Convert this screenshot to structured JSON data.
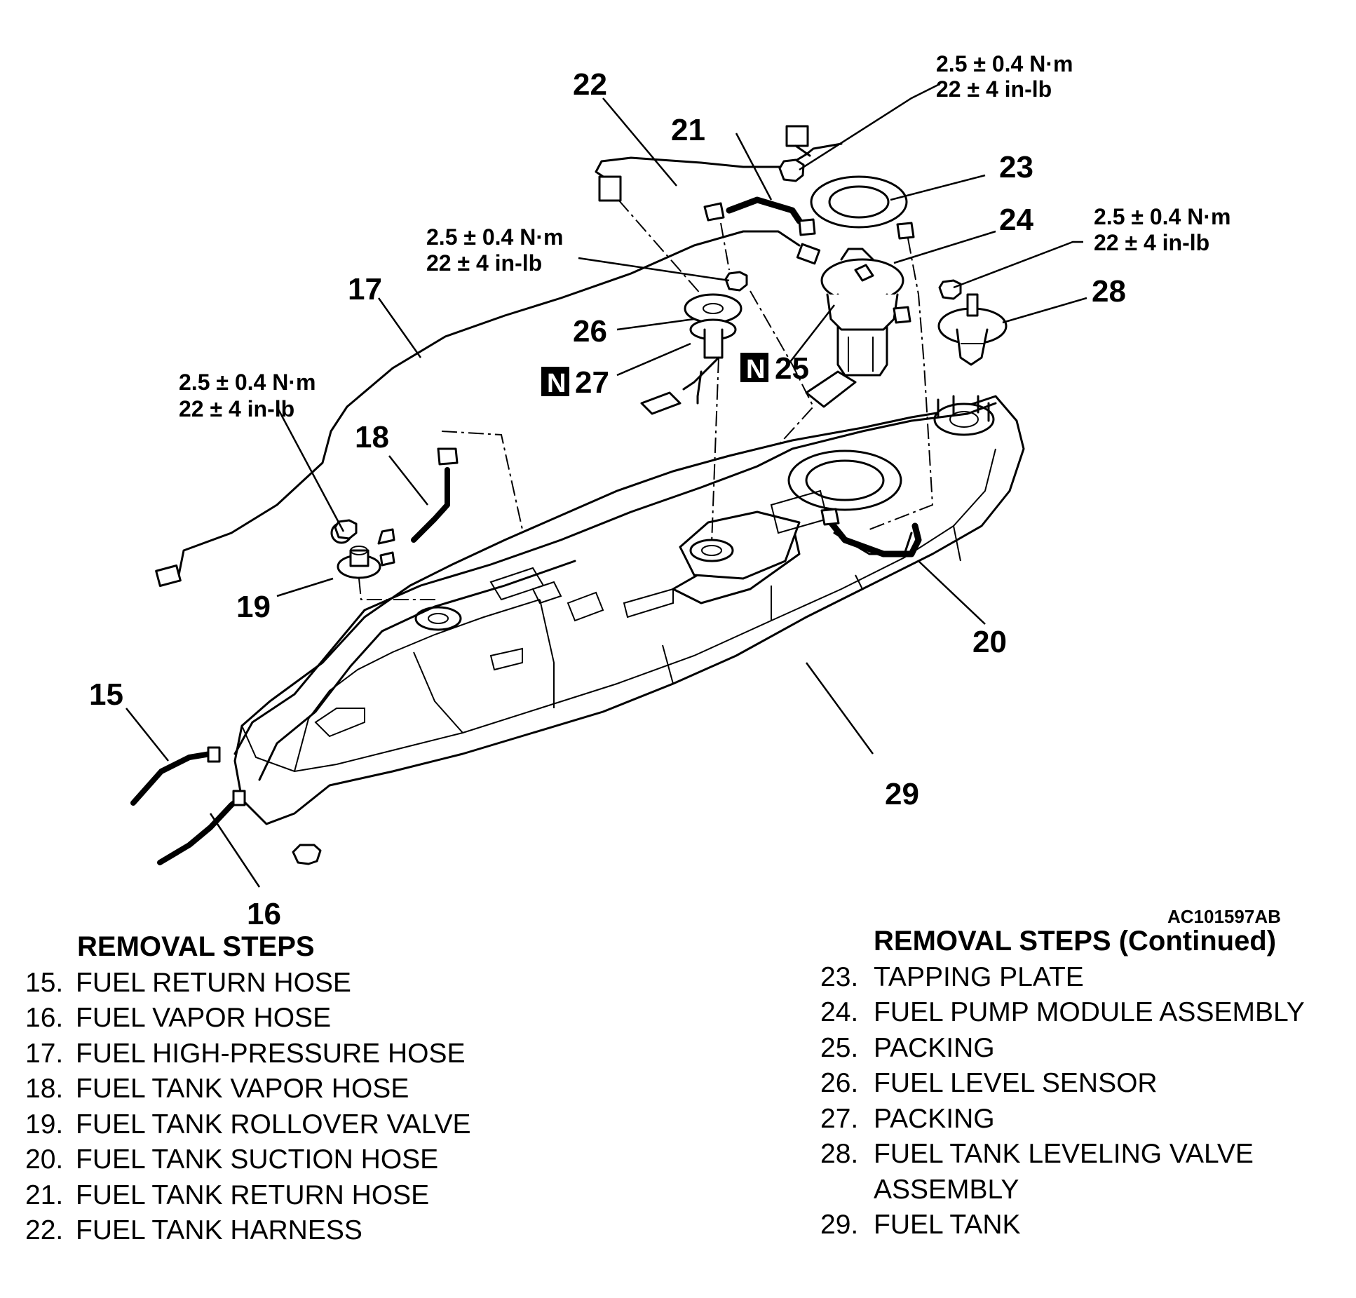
{
  "callouts": {
    "c15": "15",
    "c16": "16",
    "c17": "17",
    "c18": "18",
    "c19": "19",
    "c20": "20",
    "c21": "21",
    "c22": "22",
    "c23": "23",
    "c24": "24",
    "c25": "25",
    "c26": "26",
    "c27": "27",
    "c28": "28",
    "c29": "29"
  },
  "new_part_marker": "N",
  "torque_spec": {
    "metric": "2.5 ± 0.4 N·m",
    "imperial": "22 ± 4 in-lb"
  },
  "figure_id": "AC101597AB",
  "removal_steps_left": {
    "heading": "REMOVAL STEPS",
    "items": [
      {
        "num": "15.",
        "label": "FUEL RETURN HOSE"
      },
      {
        "num": "16.",
        "label": "FUEL VAPOR HOSE"
      },
      {
        "num": "17.",
        "label": "FUEL HIGH-PRESSURE HOSE"
      },
      {
        "num": "18.",
        "label": "FUEL TANK VAPOR HOSE"
      },
      {
        "num": "19.",
        "label": "FUEL TANK ROLLOVER VALVE"
      },
      {
        "num": "20.",
        "label": "FUEL TANK SUCTION HOSE"
      },
      {
        "num": "21.",
        "label": "FUEL TANK RETURN HOSE"
      },
      {
        "num": "22.",
        "label": "FUEL TANK HARNESS"
      }
    ]
  },
  "removal_steps_right": {
    "heading": "REMOVAL STEPS (Continued)",
    "items": [
      {
        "num": "23.",
        "label": "TAPPING PLATE"
      },
      {
        "num": "24.",
        "label": "FUEL PUMP MODULE ASSEMBLY"
      },
      {
        "num": "25.",
        "label": "PACKING"
      },
      {
        "num": "26.",
        "label": "FUEL LEVEL SENSOR"
      },
      {
        "num": "27.",
        "label": "PACKING"
      },
      {
        "num": "28.",
        "label": "FUEL TANK LEVELING VALVE"
      },
      {
        "num": "",
        "label": "ASSEMBLY"
      },
      {
        "num": "29.",
        "label": "FUEL TANK"
      }
    ]
  }
}
